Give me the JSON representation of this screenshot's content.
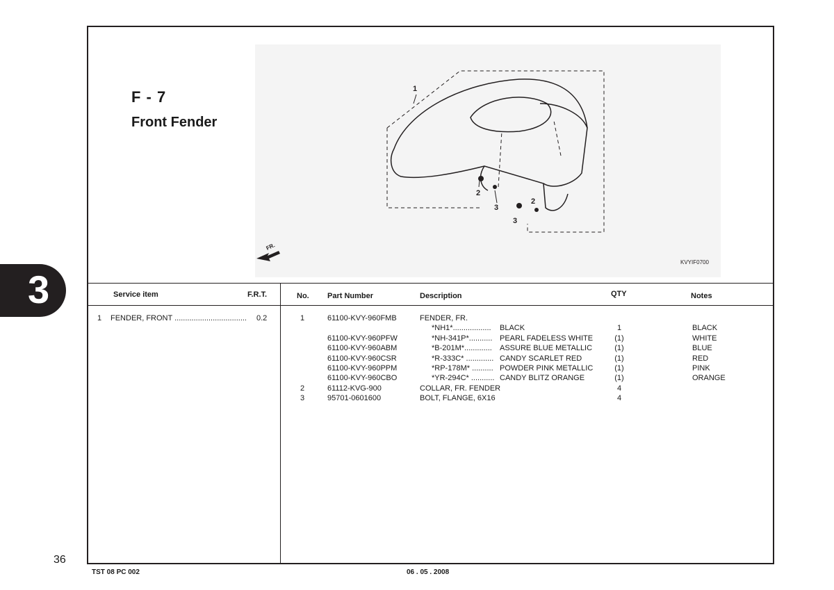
{
  "section_tab": "3",
  "page_number": "36",
  "header": {
    "code": "F - 7",
    "title": "Front Fender"
  },
  "diagram": {
    "callouts": [
      "1",
      "2",
      "3",
      "2",
      "3"
    ],
    "direction_label": "FR.",
    "figure_id": "KVYIF0700"
  },
  "service_table": {
    "headers": {
      "service_item": "Service item",
      "frt": "F.R.T."
    },
    "rows": [
      {
        "no": "1",
        "item": "FENDER, FRONT ..................................",
        "frt": "0.2"
      }
    ]
  },
  "parts_table": {
    "headers": {
      "no": "No.",
      "part_number": "Part Number",
      "description": "Description",
      "qty": "QTY",
      "notes": "Notes"
    },
    "rows": [
      {
        "no": "1",
        "part_number": "61100-KVY-960FMB",
        "color_code": "",
        "description": "FENDER, FR.",
        "qty": "",
        "notes": ""
      },
      {
        "no": "",
        "part_number": "",
        "color_code": "*NH1*..................",
        "description": "BLACK",
        "qty": "1",
        "notes": "BLACK"
      },
      {
        "no": "",
        "part_number": "61100-KVY-960PFW",
        "color_code": "*NH-341P*...........",
        "description": "PEARL FADELESS WHITE",
        "qty": "(1)",
        "notes": "WHITE"
      },
      {
        "no": "",
        "part_number": "61100-KVY-960ABM",
        "color_code": "*B-201M*.............",
        "description": "ASSURE BLUE METALLIC",
        "qty": "(1)",
        "notes": "BLUE"
      },
      {
        "no": "",
        "part_number": "61100-KVY-960CSR",
        "color_code": "*R-333C* .............",
        "description": "CANDY SCARLET RED",
        "qty": "(1)",
        "notes": "RED"
      },
      {
        "no": "",
        "part_number": "61100-KVY-960PPM",
        "color_code": "*RP-178M* ..........",
        "description": "POWDER PINK METALLIC",
        "qty": "(1)",
        "notes": "PINK"
      },
      {
        "no": "",
        "part_number": "61100-KVY-960CBO",
        "color_code": "*YR-294C* ...........",
        "description": "CANDY BLITZ ORANGE",
        "qty": "(1)",
        "notes": "ORANGE"
      },
      {
        "no": "2",
        "part_number": "61112-KVG-900",
        "color_code": "",
        "description": "COLLAR, FR. FENDER",
        "qty": "4",
        "notes": ""
      },
      {
        "no": "3",
        "part_number": "95701-0601600",
        "color_code": "",
        "description": "BOLT, FLANGE, 6X16",
        "qty": "4",
        "notes": ""
      }
    ]
  },
  "footer": {
    "doc_code": "TST 08 PC 002",
    "date": "06 . 05 . 2008"
  }
}
